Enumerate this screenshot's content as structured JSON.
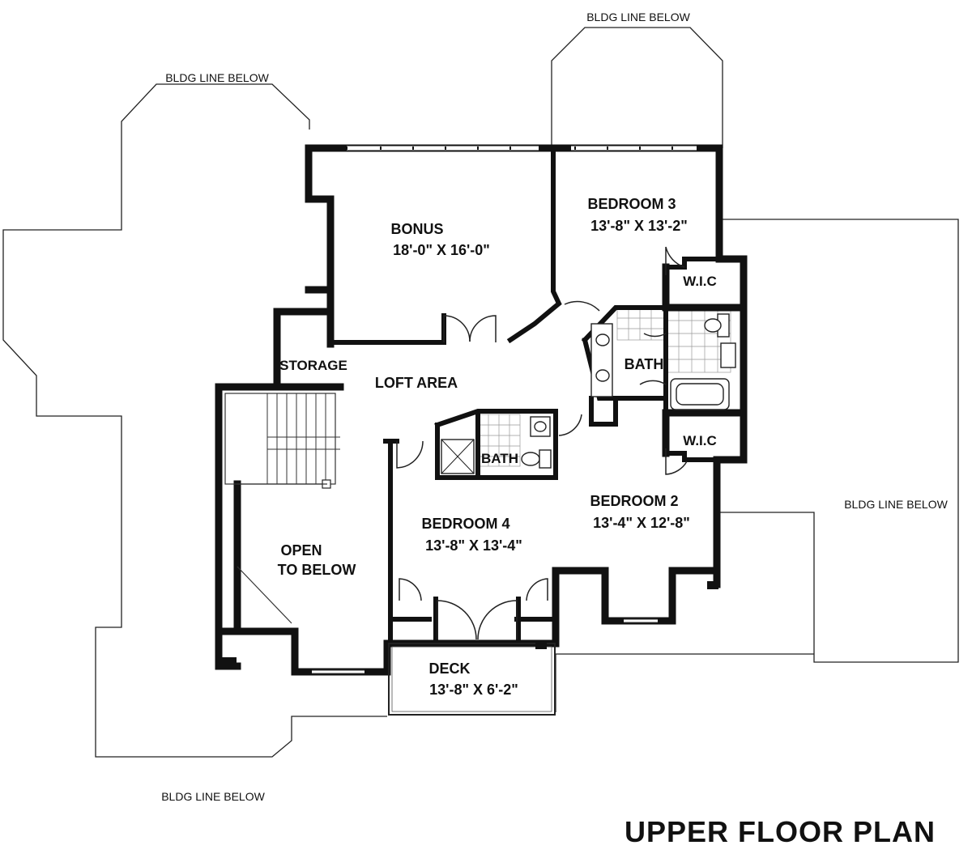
{
  "plan": {
    "title": "UPPER FLOOR PLAN",
    "rooms": {
      "bonus": {
        "name": "BONUS",
        "dims": "18'-0\" X 16'-0\""
      },
      "bedroom3": {
        "name": "BEDROOM 3",
        "dims": "13'-8\" X 13'-2\""
      },
      "bedroom2": {
        "name": "BEDROOM 2",
        "dims": "13'-4\" X 12'-8\""
      },
      "bedroom4": {
        "name": "BEDROOM 4",
        "dims": "13'-8\" X 13'-4\""
      },
      "deck": {
        "name": "DECK",
        "dims": "13'-8\" X 6'-2\""
      },
      "loft": {
        "name": "LOFT AREA"
      },
      "storage": {
        "name": "STORAGE"
      },
      "bath_master": {
        "name": "BATH"
      },
      "bath_small": {
        "name": "BATH"
      },
      "wic_top": {
        "name": "W.I.C"
      },
      "wic_bottom": {
        "name": "W.I.C"
      },
      "open_below": {
        "line1": "OPEN",
        "line2": "TO BELOW"
      }
    },
    "notes": {
      "bldg_top_left": "BLDG LINE BELOW",
      "bldg_top_right": "BLDG LINE BELOW",
      "bldg_right": "BLDG LINE BELOW",
      "bldg_bottom": "BLDG LINE BELOW"
    }
  }
}
